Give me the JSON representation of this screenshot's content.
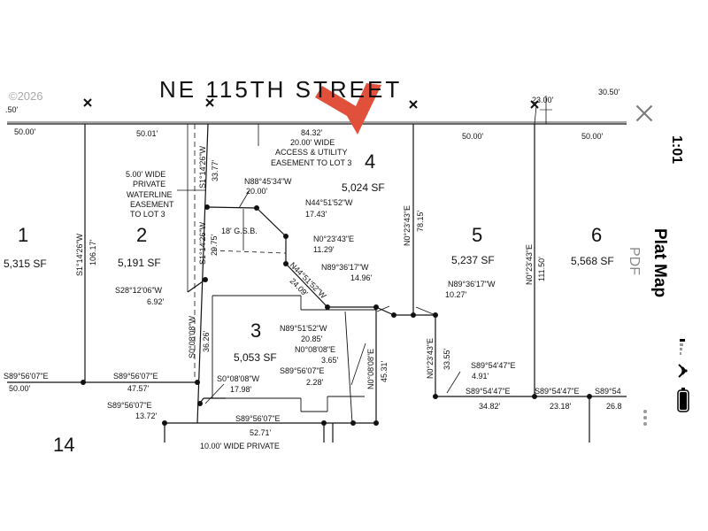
{
  "app": {
    "title": "Plat Map",
    "subtitle": "PDF",
    "time": "1:01"
  },
  "icons": {
    "close": "close-icon",
    "battery": "battery-icon",
    "wifi": "wifi-icon",
    "signal": "signal-icon",
    "more": "more-vertical-icon",
    "arrow": "red-arrow-annotation"
  },
  "colors": {
    "arrow": "#e0503a",
    "ink": "#111111",
    "chrome": "#777777"
  },
  "plat": {
    "copyright": "©2026",
    "street": "NE 115TH STREET",
    "lots": [
      {
        "number": "1",
        "area": "5,315 SF"
      },
      {
        "number": "2",
        "area": "5,191 SF"
      },
      {
        "number": "3",
        "area": "5,053 SF"
      },
      {
        "number": "4",
        "area": "5,024 SF"
      },
      {
        "number": "5",
        "area": "5,237 SF"
      },
      {
        "number": "6",
        "area": "5,568 SF"
      },
      {
        "number": "14"
      }
    ],
    "labels": {
      "d_top_left": ".50'",
      "d_2300": "23.00'",
      "d_3050": "30.50'",
      "d_5000_a": "50.00'",
      "d_5001": "50.01'",
      "d_8432": "84.32'",
      "d_5000_b": "50.00'",
      "d_5000_c": "50.00'",
      "d_3377": "33.77'",
      "b_s11426_a": "S1°14'26\"W",
      "easement_access_1": "20.00' WIDE",
      "easement_access_2": "ACCESS & UTILITY",
      "easement_access_3": "EASEMENT TO LOT 3",
      "easement_water_1": "5.00' WIDE",
      "easement_water_2": "PRIVATE",
      "easement_water_3": "WATERLINE",
      "easement_water_4": "EASEMENT",
      "easement_water_5": "TO LOT 3",
      "b_n884534": "N88°45'34\"W",
      "d_2000": "20.00'",
      "b_n445152_a": "N44°51'52\"W",
      "d_1743": "17.43'",
      "b_n02343_a": "N0°23'43\"E",
      "d_1129": "11.29'",
      "b_n02343_b": "N0°23'43\"E",
      "d_7815": "78.15'",
      "b_n02343_c": "N0°23'43\"E",
      "d_11150": "111.50'",
      "b_s11426_b": "S1°14'26\"W",
      "d_10617": "106.17'",
      "gsb": "18' G.S.B.",
      "b_s11426_c": "S1°14'26\"W",
      "d_2975": "29.75'",
      "b_n893617_a": "N89°36'17\"W",
      "d_1496": "14.96'",
      "b_n445152_b": "N44°51'52\"W",
      "d_2409": "24.09'",
      "b_s281206": "S28°12'06\"W",
      "d_692": "6.92'",
      "b_n893617_b": "N89°36'17\"W",
      "d_1027": "10.27'",
      "b_s00808_a": "S0°08'08\"W",
      "d_3626": "36.26'",
      "b_n895152": "N89°51'52\"W",
      "d_2085": "20.85'",
      "b_n00808_a": "N0°08'08\"E",
      "d_365": "3.65'",
      "b_s895607_a": "S89°56'07\"E",
      "d_228": "2.28'",
      "b_n00808_b": "N0°08'08\"E",
      "d_4531": "45.31'",
      "b_n02343_d": "N0°23'43\"E",
      "d_3355": "33.55'",
      "b_s895447_a": "S89°54'47\"E",
      "d_491": "4.91'",
      "b_s895607_b": "S89°56'07\"E",
      "d_5000_d": "50.00'",
      "b_s895607_c": "S89°56'07\"E",
      "d_4757": "47.57'",
      "b_s00808_b": "S0°08'08\"W",
      "d_1798": "17.98'",
      "b_s895607_d": "S89°56'07\"E",
      "d_1372": "13.72'",
      "b_s895607_e": "S89°56'07\"E",
      "d_5271": "52.71'",
      "b_s895447_b": "S89°54'47\"E",
      "d_3482": "34.82'",
      "b_s895447_c": "S89°54'47\"E",
      "d_2318": "23.18'",
      "b_s8954": "S89°54",
      "d_268": "26.8",
      "bottom_partial": "10.00' WIDE PRIVATE"
    }
  }
}
